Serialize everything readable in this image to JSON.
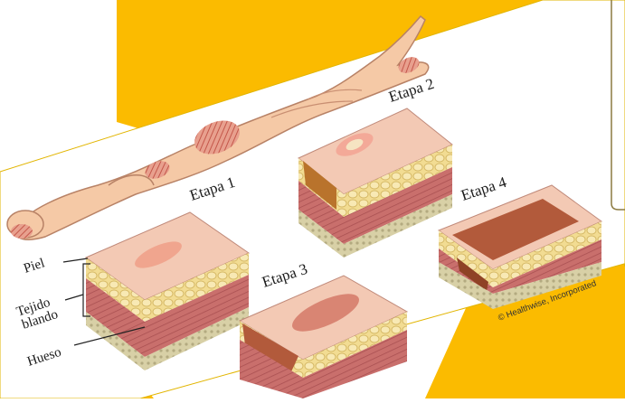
{
  "colors": {
    "background": "#ffffff",
    "slide_yellow": "#fbbb00",
    "skin": "#f5c9a6",
    "skin_shadow": "#d89a78",
    "muscle": "#c9706e",
    "fat": "#f1dc8e",
    "bone": "#d8d0a4",
    "wound": "#b54a33",
    "sore_area": "#d98573"
  },
  "illustration": {
    "stages": [
      {
        "id": "etapa-1",
        "label": "Etapa 1"
      },
      {
        "id": "etapa-2",
        "label": "Etapa 2"
      },
      {
        "id": "etapa-3",
        "label": "Etapa 3"
      },
      {
        "id": "etapa-4",
        "label": "Etapa 4"
      }
    ],
    "layer_labels": {
      "skin": "Piel",
      "soft_tissue_line1": "Tejido",
      "soft_tissue_line2": "blando",
      "bone": "Hueso"
    },
    "credit": "© Healthwise, Incorporated"
  }
}
